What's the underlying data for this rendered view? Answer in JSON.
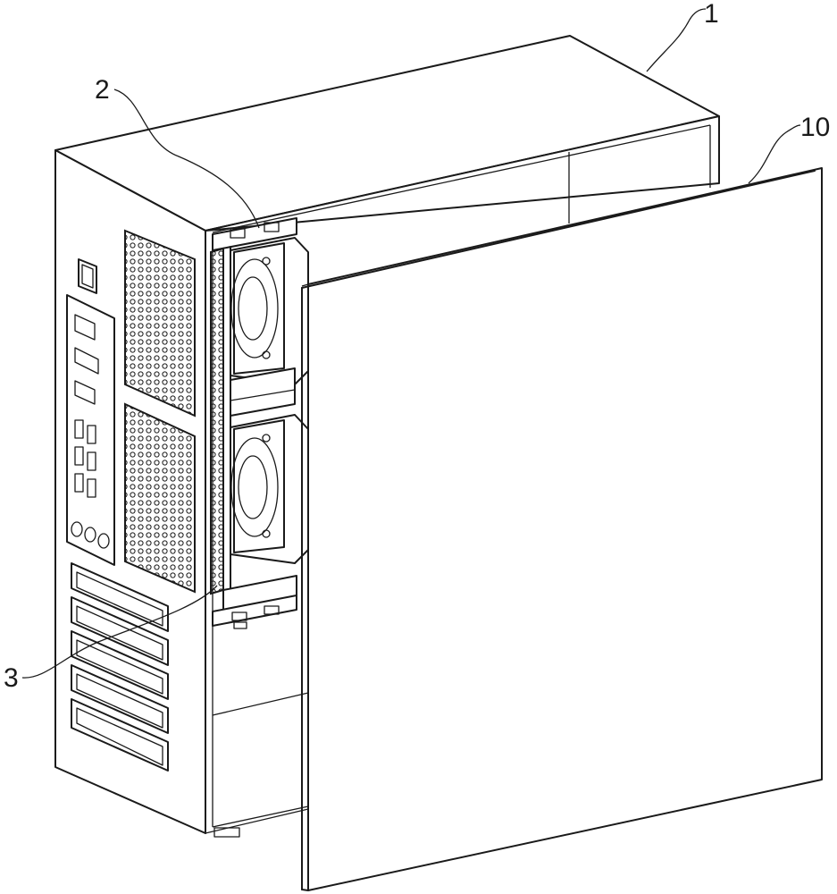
{
  "labels": {
    "case": "1",
    "top_bracket": "2",
    "fan_rail": "3",
    "side_panel": "10"
  },
  "colors": {
    "stroke": "#1a1a1a",
    "background": "#ffffff"
  }
}
